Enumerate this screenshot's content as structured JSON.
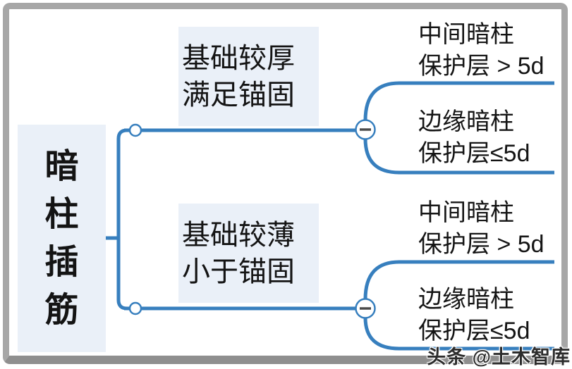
{
  "diagram": {
    "root": {
      "label": "暗柱插筋",
      "chars": [
        "暗",
        "柱",
        "插",
        "筋"
      ]
    },
    "branches": [
      {
        "line1": "基础较厚",
        "line2": "满足锚固",
        "children": [
          {
            "line1": "中间暗柱",
            "line2": "保护层 > 5d"
          },
          {
            "line1": "边缘暗柱",
            "line2": "保护层≤5d"
          }
        ]
      },
      {
        "line1": "基础较薄",
        "line2": "小于锚固",
        "children": [
          {
            "line1": "中间暗柱",
            "line2": "保护层 > 5d"
          },
          {
            "line1": "边缘暗柱",
            "line2": "保护层≤5d"
          }
        ]
      }
    ],
    "collapse_icon": "minus"
  },
  "watermark": {
    "text": "头条 @土木智库"
  },
  "colors": {
    "line": "#377fbe",
    "node_fill": "#eaf0f8",
    "text": "#141414",
    "frame": "#a7a7a7",
    "frame_bottom": "#8f8f8f",
    "minus_icon": "#4a4a4a",
    "watermark_text": "#2c2c2c"
  }
}
